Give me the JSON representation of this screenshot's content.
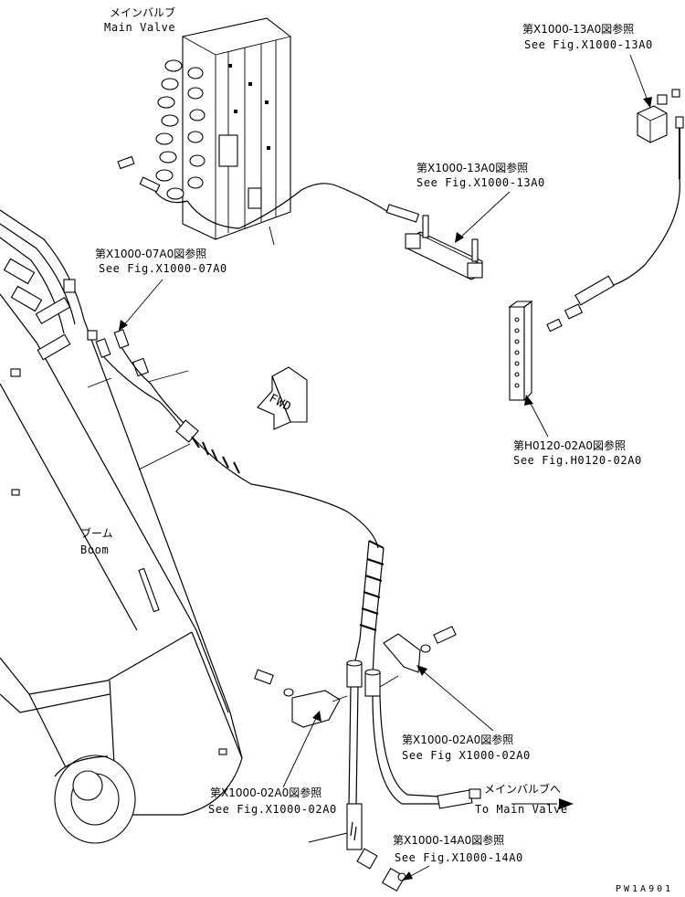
{
  "labels": {
    "main_valve_jp": "メインバルブ",
    "main_valve_en": "Main Valve",
    "boom_jp": "ブーム",
    "boom_en": "Boom",
    "fwd": "FWD",
    "drawing_no": "PW1A901"
  },
  "refs": {
    "x1000_13a0_top": {
      "jp": "第X1000-13A0図参照",
      "en": "See Fig.X1000-13A0"
    },
    "x1000_13a0_mid": {
      "jp": "第X1000-13A0図参照",
      "en": "See Fig.X1000-13A0"
    },
    "x1000_07a0": {
      "jp": "第X1000-07A0図参照",
      "en": "See Fig.X1000-07A0"
    },
    "h0120_02a0": {
      "jp": "第H0120-02A0図参照",
      "en": "See Fig.H0120-02A0"
    },
    "x1000_02a0_right": {
      "jp": "第X1000-02A0図参照",
      "en": "See Fig X1000-02A0"
    },
    "x1000_02a0_left": {
      "jp": "第X1000-02A0図参照",
      "en": "See Fig.X1000-02A0"
    },
    "to_main_valve": {
      "jp": "メインバルブへ",
      "en": "To Main Valve"
    },
    "x1000_14a0": {
      "jp": "第X1000-14A0図参照",
      "en": "See Fig.X1000-14A0"
    }
  }
}
